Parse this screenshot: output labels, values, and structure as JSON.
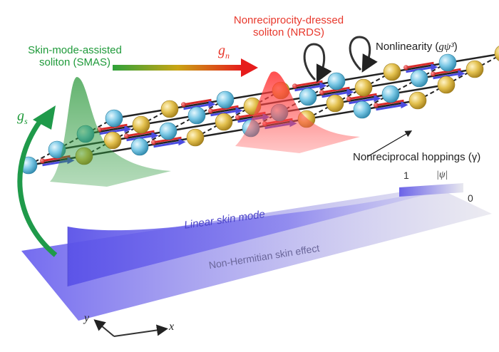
{
  "labels": {
    "smas_line1": "Skin-mode-assisted",
    "smas_line2": "soliton (SMAS)",
    "nrds_line1": "Nonreciprocity-dressed",
    "nrds_line2": "soliton (NRDS)",
    "nonlinearity": "Nonlinearity (",
    "nonlinearity_sym": "gψ³",
    "nonlinearity_close": ")",
    "hoppings": "Nonreciprocal hoppings (γ)",
    "gs": "g",
    "gs_sub": "s",
    "gn": "g",
    "gn_sub": "n",
    "linear_skin_mode": "Linear skin mode",
    "skin_effect": "Non-Hermitian skin effect",
    "axis_x": "x",
    "axis_y": "y"
  },
  "colorbar": {
    "max_label": "1",
    "min_label": "0",
    "quantity": "|ψ|",
    "color_high": "#6b63e8",
    "color_low": "#e8e8ef"
  },
  "colors": {
    "site_blue": "#74c8e6",
    "site_gold": "#e3c14f",
    "hop_forward": "#4b4be0",
    "hop_backward": "#d82a2a",
    "smas_peak": "#2e9a3e",
    "nrds_peak": "#ff3a3a",
    "plane": "#7b74f0"
  }
}
